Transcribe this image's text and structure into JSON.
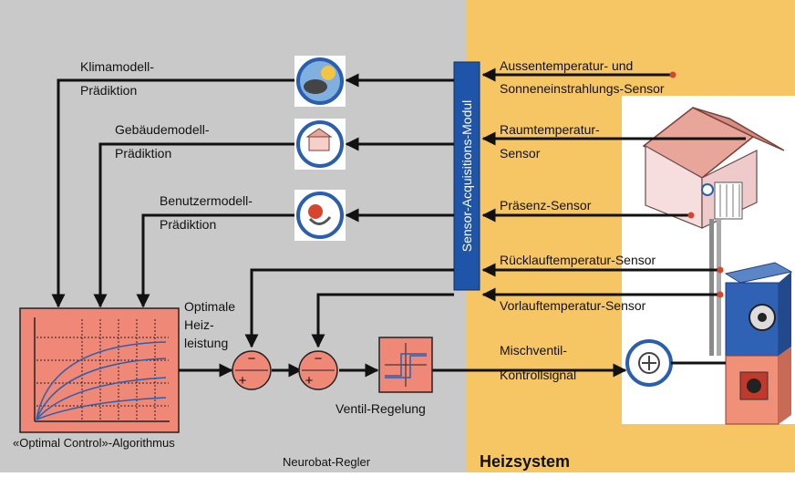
{
  "labels": {
    "klima_line1": "Klimamodell-",
    "klima_line2": "Prädiktion",
    "gebaeude_line1": "Gebäudemodell-",
    "gebaeude_line2": "Prädiktion",
    "benutzer_line1": "Benutzermodell-",
    "benutzer_line2": "Prädiktion",
    "optimale_line1": "Optimale",
    "optimale_line2": "Heiz-",
    "optimale_line3": "leistung",
    "algorithm": "«Optimal Control»-Algorithmus",
    "ventil": "Ventil-Regelung",
    "neurobat": "Neurobat-Regler",
    "heizsystem": "Heizsystem",
    "sensor_module": "Sensor-Acquisitions-Modul",
    "mischventil_line1": "Mischventil-",
    "mischventil_line2": "Kontrollsignal"
  },
  "sensors": {
    "aussen_line1": "Aussentemperatur- und",
    "aussen_line2": "Sonneneinstrahlungs-Sensor",
    "raum_line1": "Raumtemperatur-",
    "raum_line2": "Sensor",
    "praesenz": "Präsenz-Sensor",
    "ruecklauf": "Rücklauftemperatur-Sensor",
    "vorlauf": "Vorlauftemperatur-Sensor"
  },
  "symbols": {
    "minus": "−",
    "plus": "+"
  },
  "colors": {
    "left_panel": "#c9c9c9",
    "right_panel": "#f6c665",
    "box_fill": "#f08878",
    "module_blue": "#1e55a8",
    "icon_ring": "#2a5fb0"
  }
}
